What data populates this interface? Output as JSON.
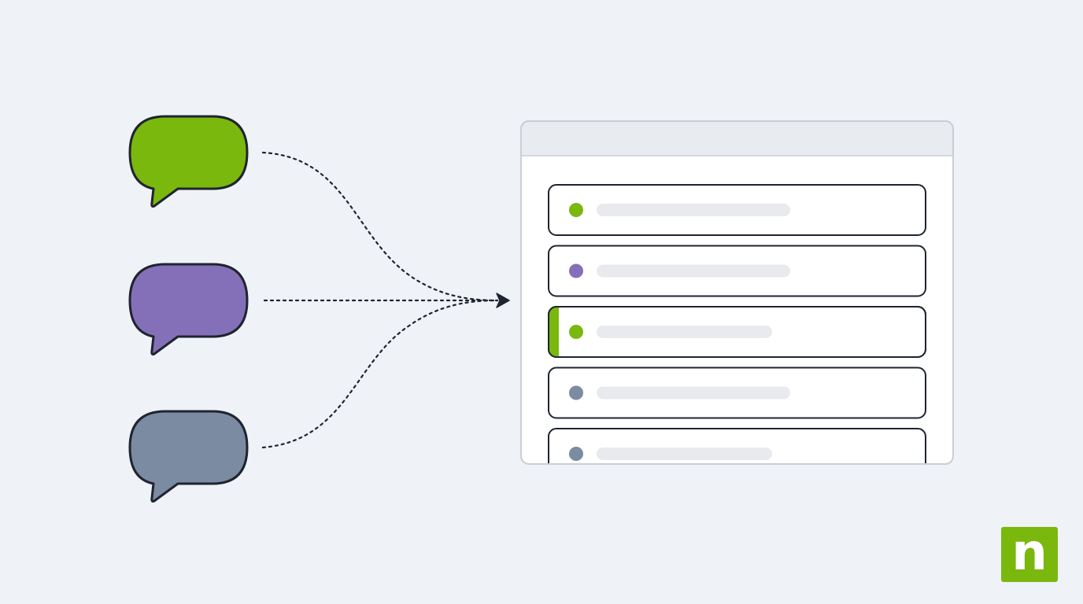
{
  "colors": {
    "background": "#eff2f6",
    "outline": "#1f2430",
    "green": "#7ab80e",
    "purple": "#8470b8",
    "slate": "#7a8ba2",
    "panel_header": "#e8ebef",
    "panel_border": "#c9ced6",
    "placeholder_bar": "#e8eaee",
    "logo_green": "#7ab80e"
  },
  "bubbles": [
    {
      "name": "chat-bubble-green",
      "color": "green"
    },
    {
      "name": "chat-bubble-purple",
      "color": "purple"
    },
    {
      "name": "chat-bubble-slate",
      "color": "slate"
    }
  ],
  "list_items": [
    {
      "dot": "green",
      "bar": "long",
      "highlighted": false
    },
    {
      "dot": "purple",
      "bar": "long",
      "highlighted": false
    },
    {
      "dot": "green",
      "bar": "short",
      "highlighted": true
    },
    {
      "dot": "slate",
      "bar": "long",
      "highlighted": false
    },
    {
      "dot": "slate",
      "bar": "short",
      "highlighted": false
    }
  ],
  "logo": {
    "letter": "n"
  }
}
